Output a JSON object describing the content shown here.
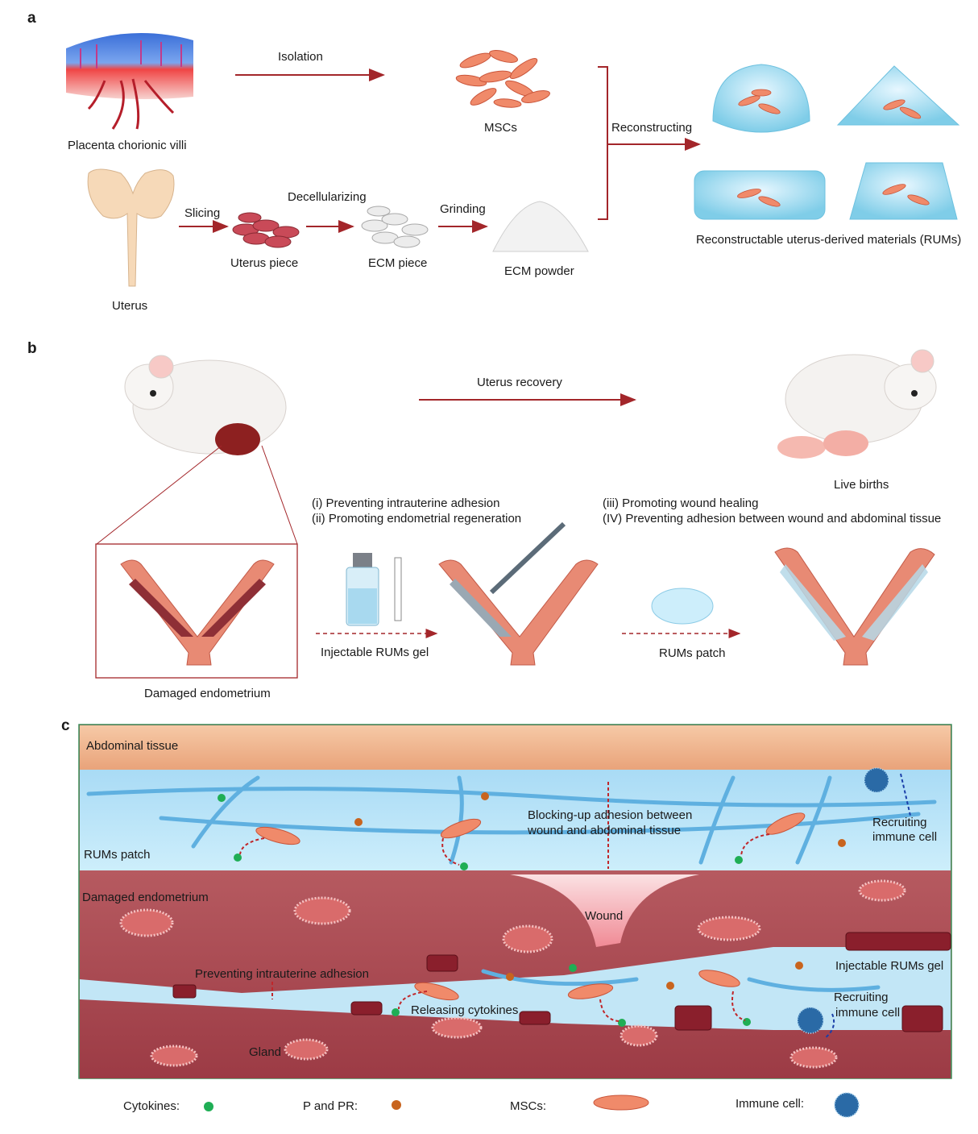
{
  "panels": {
    "a": "a",
    "b": "b",
    "c": "c"
  },
  "panel_a": {
    "placenta": "Placenta chorionic villi",
    "isolation": "Isolation",
    "mscs": "MSCs",
    "reconstructing": "Reconstructing",
    "uterus": "Uterus",
    "slicing": "Slicing",
    "uterus_piece": "Uterus piece",
    "decellularizing": "Decellularizing",
    "ecm_piece": "ECM piece",
    "grinding": "Grinding",
    "ecm_powder": "ECM powder",
    "rums": "Reconstructable uterus-derived materials (RUMs)"
  },
  "panel_b": {
    "uterus_recovery": "Uterus recovery",
    "live_births": "Live births",
    "goal_i": "(i) Preventing intrauterine adhesion",
    "goal_ii": "(ii) Promoting endometrial regeneration",
    "goal_iii": "(iii)  Promoting wound healing",
    "goal_iv": "(IV)  Preventing adhesion between wound and abdominal tissue",
    "injectable_gel": "Injectable RUMs gel",
    "rums_patch": "RUMs patch",
    "damaged_endometrium": "Damaged endometrium"
  },
  "panel_c": {
    "abdominal_tissue": "Abdominal tissue",
    "blocking_line1": "Blocking-up adhesion between",
    "blocking_line2": "wound and abdominal tissue",
    "recruiting_1_line1": "Recruiting",
    "recruiting_1_line2": "immune cell",
    "rums_patch": "RUMs patch",
    "damaged_endometrium": "Damaged endometrium",
    "wound": "Wound",
    "injectable_gel": "Injectable RUMs gel",
    "preventing": "Preventing intrauterine adhesion",
    "releasing": "Releasing cytokines",
    "recruiting_2_line1": "Recruiting",
    "recruiting_2_line2": "immune cell",
    "gland": "Gland"
  },
  "legend": {
    "cytokines": "Cytokines:",
    "p_pr": "P and PR:",
    "mscs": "MSCs:",
    "immune": "Immune cell:"
  },
  "colors": {
    "arrow": "#a3262a",
    "cytokine": "#1fae55",
    "p_pr": "#c8641e",
    "msc": "#f08a6a",
    "patch_blue": "#b9e2f7",
    "tissue": "#a8474f",
    "abdominal": "#f1b892",
    "immune": "#2a6aa6"
  }
}
